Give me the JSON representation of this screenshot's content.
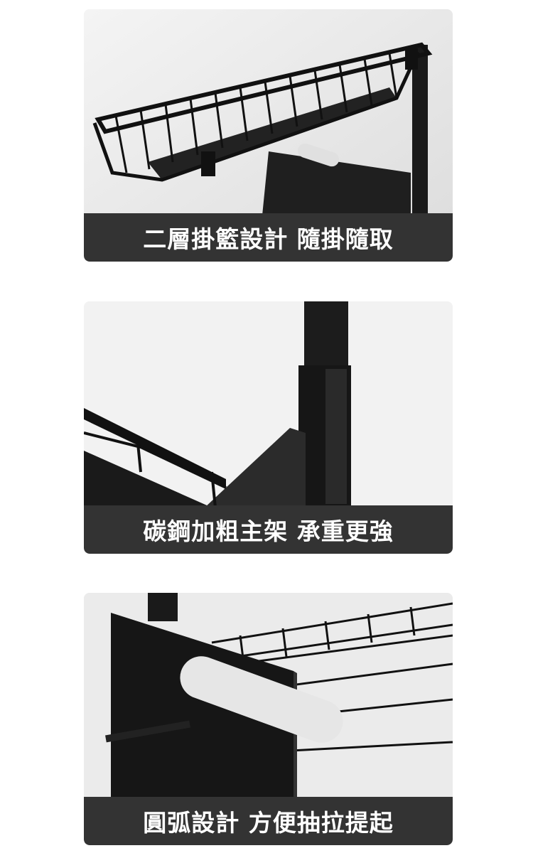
{
  "panels": [
    {
      "caption": "二層掛籃設計 隨掛隨取"
    },
    {
      "caption": "碳鋼加粗主架 承重更強"
    },
    {
      "caption": "圓弧設計 方便抽拉提起"
    }
  ],
  "colors": {
    "caption_bg": "#333333",
    "caption_text": "#ffffff",
    "product": "#1a1a1a"
  }
}
